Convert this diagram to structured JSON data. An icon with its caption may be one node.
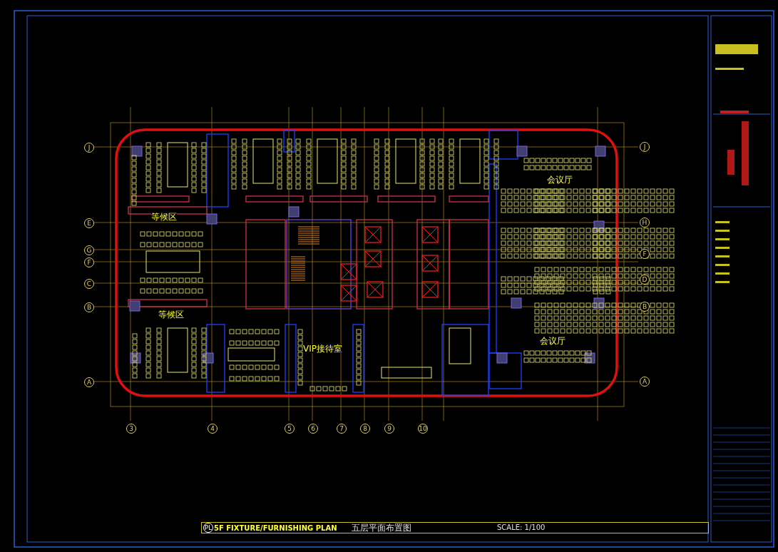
{
  "diagram": {
    "title": "5F FIXTURE/FURNISHING PLAN",
    "labels": [
      "PL",
      "五层平面布置图",
      "SCALE: 1/100",
      "3",
      "4",
      "5",
      "6",
      "7",
      "8",
      "9",
      "10",
      "J",
      "E",
      "G",
      "F",
      "C",
      "B",
      "A",
      "J",
      "H",
      "F",
      "D",
      "B",
      "A",
      "等候区",
      "等候区",
      "VIP接待室",
      "会议厅",
      "会议厅"
    ]
  }
}
